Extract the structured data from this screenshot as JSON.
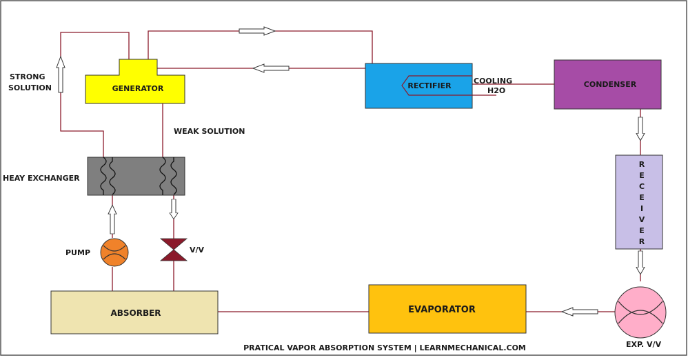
{
  "labels": {
    "generator": "GENERATOR",
    "rectifier": "RECTIFIER",
    "condenser": "CONDENSER",
    "receiver_letters": [
      "R",
      "E",
      "C",
      "E",
      "I",
      "V",
      "E",
      "R"
    ],
    "heat_exchanger": "HEAY EXCHANGER",
    "absorber": "ABSORBER",
    "evaporator": "EVAPORATOR",
    "strong_solution_line1": "STRONG",
    "strong_solution_line2": "SOLUTION",
    "weak_solution": "WEAK SOLUTION",
    "cooling_line1": "COOLING",
    "cooling_line2": "H2O",
    "pump": "PUMP",
    "valve": "V/V",
    "expansion_valve": "EXP. V/V",
    "caption": "PRATICAL VAPOR ABSORPTION SYSTEM | LEARNMECHANICAL.COM"
  },
  "colors": {
    "pipe": "#8b1a2b",
    "generator": "#ffff00",
    "rectifier": "#1aa3e8",
    "condenser": "#a64ca6",
    "receiver": "#c8bfe7",
    "heat_exchanger": "#7f7f7f",
    "absorber": "#efe4b0",
    "evaporator": "#ffc20e",
    "pump": "#f0822a",
    "valve": "#8b1a2b",
    "expansion_valve": "#ffaec9"
  },
  "icons": {
    "pump": "pump-icon",
    "valve": "valve-icon",
    "expansion_valve": "expansion-valve-icon",
    "flow_arrow": "flow-arrow-icon"
  }
}
